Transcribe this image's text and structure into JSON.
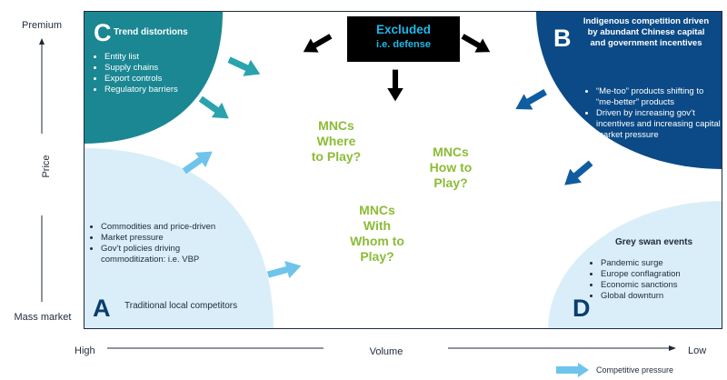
{
  "axes": {
    "y_top": "Premium",
    "y_mid": "Price",
    "y_bottom": "Mass market",
    "x_left": "High",
    "x_mid": "Volume",
    "x_right": "Low"
  },
  "excluded": {
    "title": "Excluded",
    "subtitle": "i.e. defense"
  },
  "quadrant_c": {
    "letter": "C",
    "title": "Trend distortions",
    "items": [
      "Entity list",
      "Supply chains",
      "Export controls",
      "Regulatory barriers"
    ]
  },
  "quadrant_b": {
    "letter": "B",
    "title": "Indigenous competition driven by abundant Chinese capital and government incentives",
    "items": [
      "“Me-too” products shifting to “me-better” products",
      "Driven by increasing gov’t incentives and increasing capital market pressure"
    ]
  },
  "quadrant_a": {
    "letter": "A",
    "title": "Traditional local competitors",
    "items": [
      "Commodities and price-driven",
      "Market pressure",
      "Gov’t policies driving commoditization: i.e. VBP"
    ]
  },
  "quadrant_d": {
    "letter": "D",
    "title": "Grey swan events",
    "items": [
      "Pandemic surge",
      "Europe conflagration",
      "Economic sanctions",
      "Global downturn"
    ]
  },
  "center": {
    "where": [
      "MNCs",
      "Where",
      "to Play?"
    ],
    "how": [
      "MNCs",
      "How to",
      "Play?"
    ],
    "whom": [
      "MNCs",
      "With",
      "Whom to",
      "Play?"
    ]
  },
  "legend": {
    "label": "Competitive pressure"
  },
  "colors": {
    "teal": "#1a8793",
    "navy": "#0b4a86",
    "light_blue": "#d9eef8",
    "green": "#8cbc37",
    "cyan": "#1fb7ea",
    "arrow_light": "#6ec4ea"
  }
}
